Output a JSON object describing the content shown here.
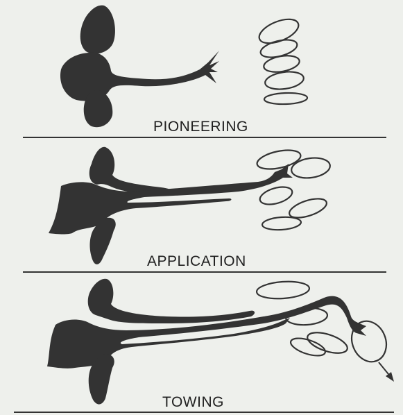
{
  "figure": {
    "background": "#eef0ec",
    "ink": "#333333",
    "panels": [
      {
        "label": "PIONEERING"
      },
      {
        "label": "APPLICATION"
      },
      {
        "label": "TOWING"
      }
    ]
  }
}
